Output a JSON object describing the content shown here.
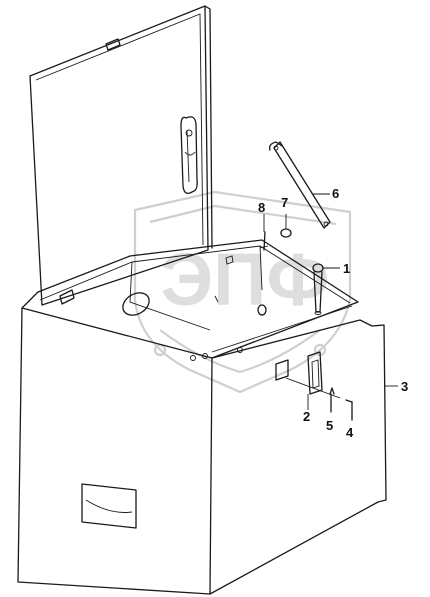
{
  "diagram": {
    "watermark": "ЭПФ",
    "callouts": [
      {
        "id": "1",
        "label": "1"
      },
      {
        "id": "2",
        "label": "2"
      },
      {
        "id": "3",
        "label": "3"
      },
      {
        "id": "4",
        "label": "4"
      },
      {
        "id": "5",
        "label": "5"
      },
      {
        "id": "6",
        "label": "6"
      },
      {
        "id": "7",
        "label": "7"
      },
      {
        "id": "8",
        "label": "8"
      }
    ]
  },
  "colors": {
    "line": "#1a1a1a",
    "watermark": "#cfcfcf",
    "background": "#ffffff"
  }
}
